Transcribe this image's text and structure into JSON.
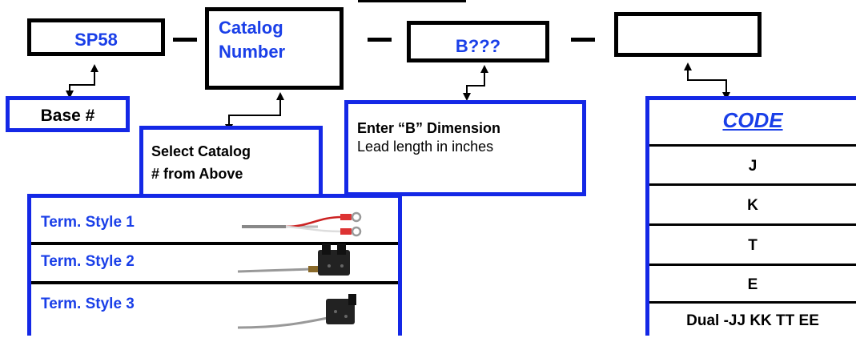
{
  "boxes": {
    "base": "SP58",
    "catalog_line1": "Catalog",
    "catalog_line2": "Number",
    "b_dim": "B???",
    "code_box": ""
  },
  "separators": [
    "—",
    "—",
    "—"
  ],
  "labels": {
    "base_number": "Base #",
    "select_catalog_line1": "Select Catalog",
    "select_catalog_line2": "# from Above",
    "enter_b_title": "Enter “B” Dimension",
    "enter_b_desc": "Lead length in inches"
  },
  "term_styles": [
    "Term. Style 1",
    "Term. Style 2",
    "Term. Style 3"
  ],
  "code_table": {
    "header": "CODE",
    "rows": [
      "J",
      "K",
      "T",
      "E",
      "Dual -JJ KK TT EE"
    ]
  },
  "colors": {
    "blue_border": "#1428e6",
    "blue_text": "#1a3fe8",
    "black": "#000000"
  }
}
